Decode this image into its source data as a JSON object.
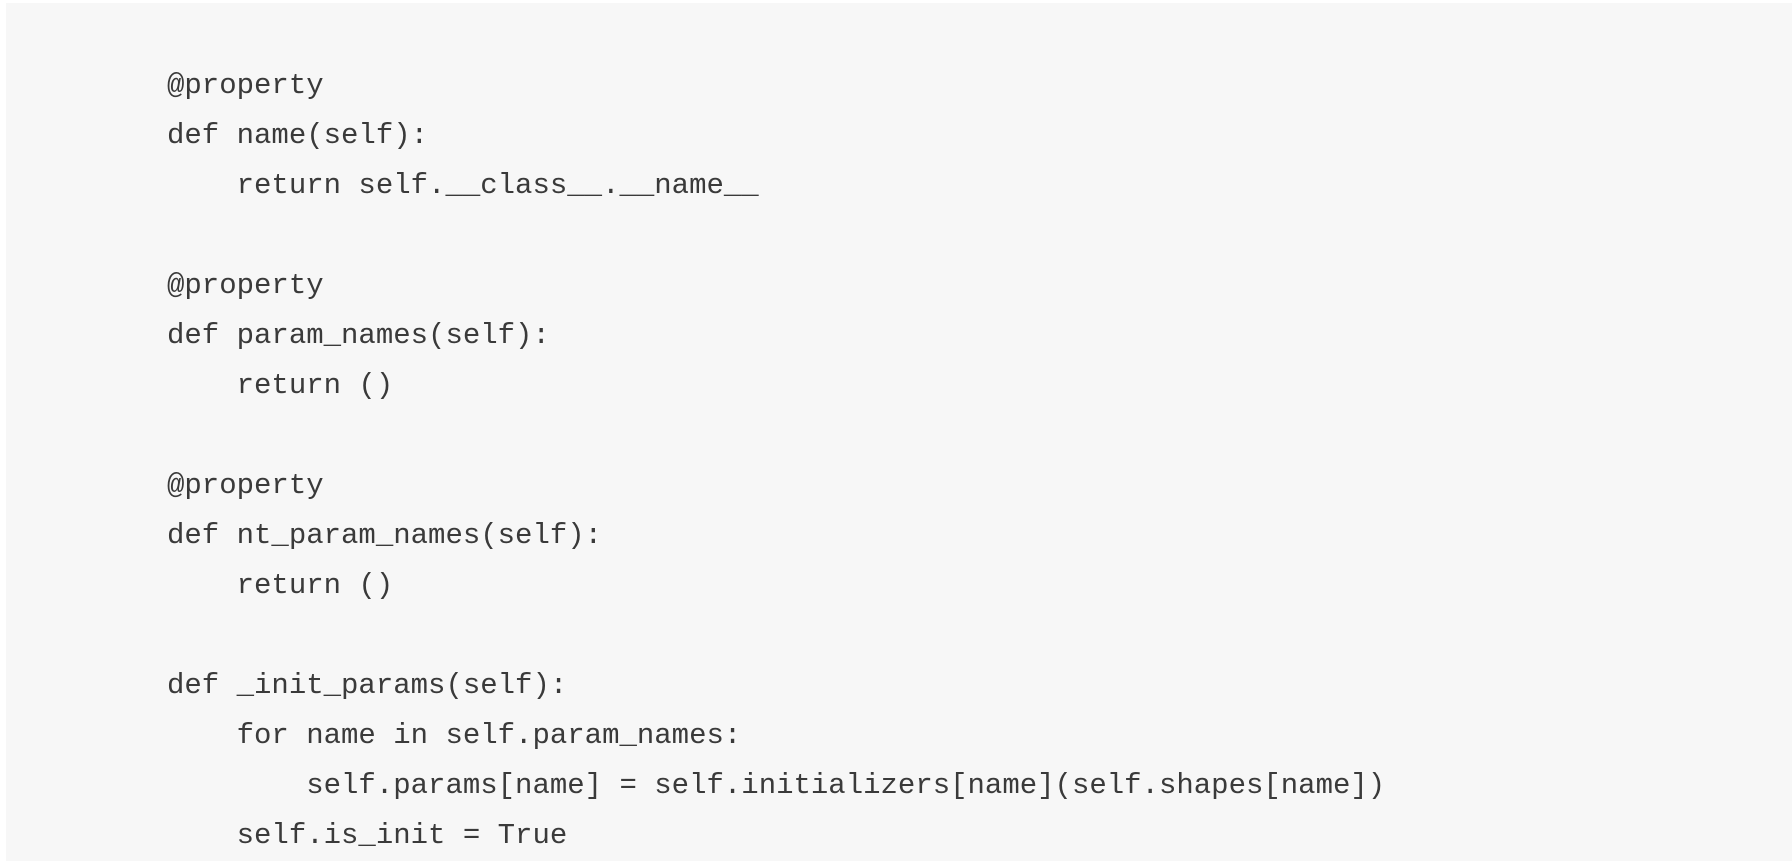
{
  "code": {
    "lines": [
      "@property",
      "def name(self):",
      "    return self.__class__.__name__",
      "",
      "@property",
      "def param_names(self):",
      "    return ()",
      "",
      "@property",
      "def nt_param_names(self):",
      "    return ()",
      "",
      "def _init_params(self):",
      "    for name in self.param_names:",
      "        self.params[name] = self.initializers[name](self.shapes[name])",
      "    self.is_init = True"
    ]
  }
}
